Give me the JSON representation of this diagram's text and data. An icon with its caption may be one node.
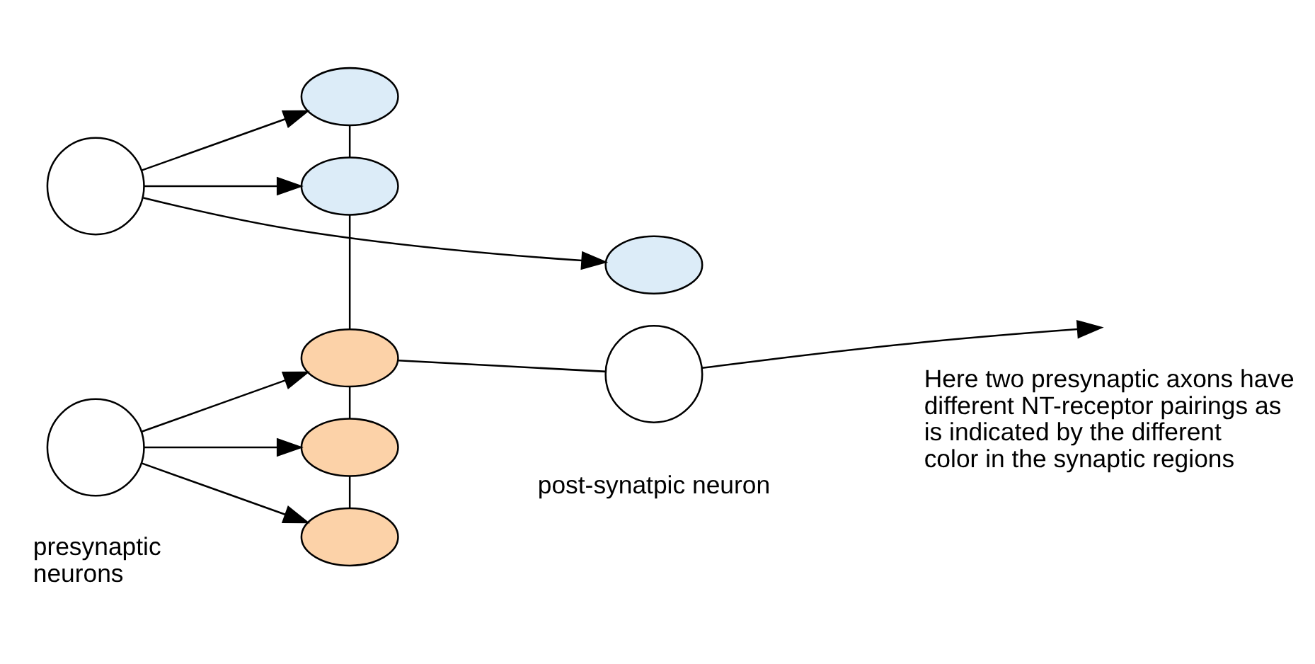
{
  "diagram": {
    "nodes": [
      {
        "text": [],
        "shape": "circle"
      },
      {
        "text": [],
        "shape": "circle"
      },
      {
        "text": [],
        "shape": "ellipse"
      },
      {
        "text": [],
        "shape": "ellipse"
      },
      {
        "text": [],
        "shape": "ellipse"
      },
      {
        "text": [],
        "shape": "ellipse"
      },
      {
        "text": [],
        "shape": "ellipse"
      },
      {
        "text": [],
        "shape": "ellipse"
      },
      {
        "text": [],
        "shape": "circle",
        "beside": [
          "post-synatpic neuron"
        ]
      }
    ],
    "edges": [
      {
        "from": 0,
        "to": 2,
        "arrow": "to"
      },
      {
        "from": 0,
        "to": 3,
        "arrow": "to"
      },
      {
        "from": 0,
        "to": 4,
        "arrow": "to"
      },
      {
        "from": 1,
        "to": 5,
        "arrow": "to"
      },
      {
        "from": 1,
        "to": 6,
        "arrow": "to"
      },
      {
        "from": 1,
        "to": 7,
        "arrow": "to"
      },
      {
        "from": 2,
        "to": 3,
        "arrow": "none"
      },
      {
        "from": 3,
        "to": 5,
        "arrow": "none"
      },
      {
        "from": 5,
        "to": 6,
        "arrow": "none"
      },
      {
        "from": 6,
        "to": 7,
        "arrow": "none"
      },
      {
        "from": 5,
        "to": 8,
        "arrow": "none"
      },
      {
        "from": 8,
        "to": null,
        "arrow": "to"
      }
    ],
    "labels": [
      "Here two presynaptic axons have different NT-receptor pairings as is indicated by the different color in the synaptic regions",
      "presynaptic neurons"
    ]
  }
}
